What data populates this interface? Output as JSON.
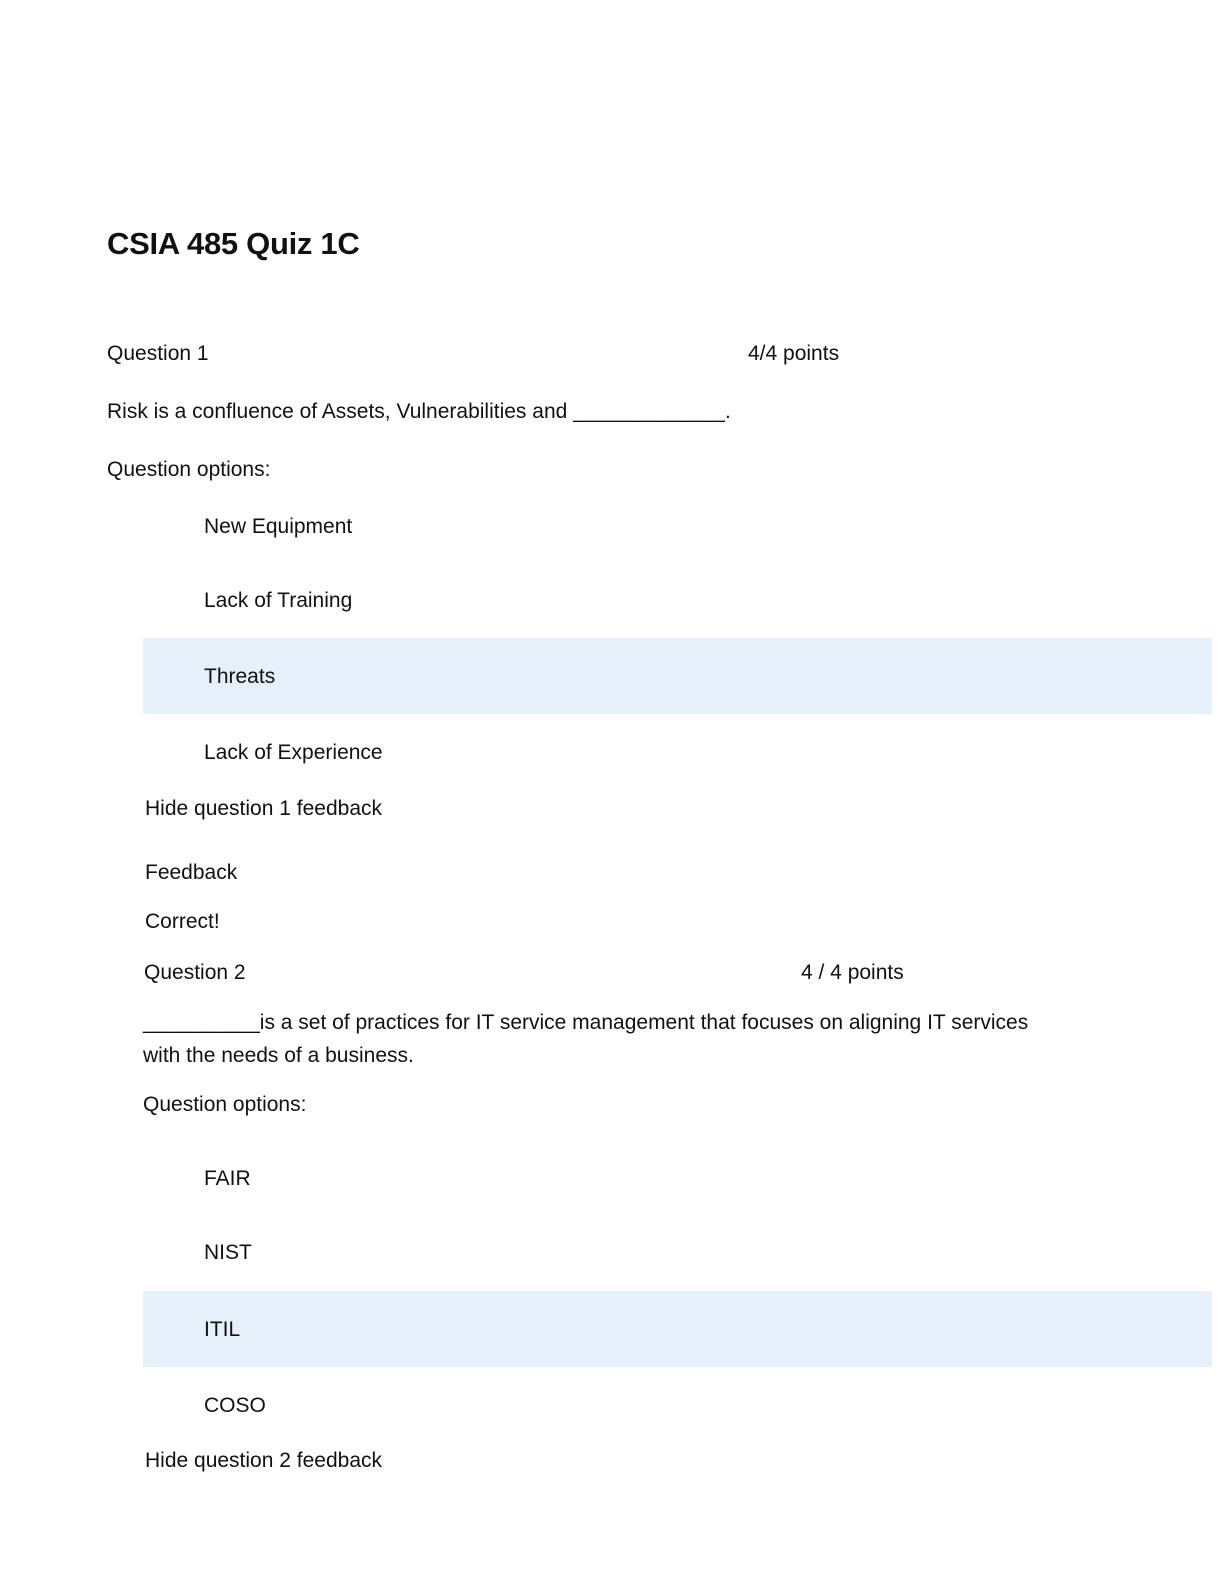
{
  "title": "CSIA 485 Quiz 1C",
  "q1": {
    "label": "Question 1",
    "points": "4/4 points",
    "text": "Risk is a confluence of Assets, Vulnerabilities and _____________.",
    "options_label": "Question options:",
    "options": [
      "New Equipment",
      "Lack of Training",
      "Threats",
      "Lack of Experience"
    ],
    "selected_option": "Threats",
    "feedback_toggle": "Hide question 1 feedback",
    "feedback_heading": "Feedback",
    "feedback_text": "Correct!"
  },
  "q2": {
    "label": "Question 2",
    "points": "4 / 4 points",
    "text_line1": "__________is a set of practices for IT service management that focuses on aligning IT services",
    "text_line2": "with the needs of a business.",
    "options_label": "Question options:",
    "options": [
      "FAIR",
      "NIST",
      "ITIL",
      "COSO"
    ],
    "selected_option": "ITIL",
    "feedback_toggle": "Hide question 2 feedback"
  },
  "colors": {
    "selected_highlight": "#e6f0fa",
    "text": "#111111"
  }
}
